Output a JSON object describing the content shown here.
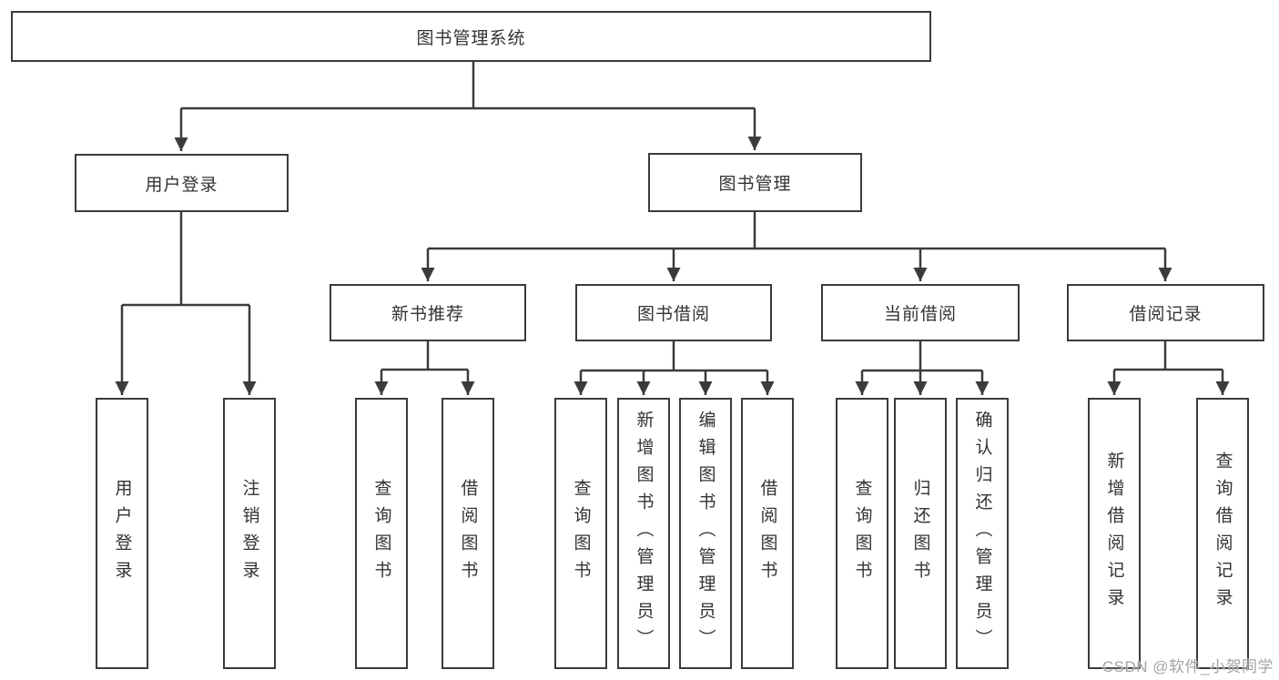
{
  "tree": {
    "root": "图书管理系统",
    "branches": [
      {
        "label": "用户登录",
        "leaves": [
          "用户登录",
          "注销登录"
        ]
      },
      {
        "label": "图书管理",
        "sub": [
          {
            "label": "新书推荐",
            "leaves": [
              "查询图书",
              "借阅图书"
            ]
          },
          {
            "label": "图书借阅",
            "leaves": [
              "查询图书",
              "新增图书（管理员）",
              "编辑图书（管理员）",
              "借阅图书"
            ]
          },
          {
            "label": "当前借阅",
            "leaves": [
              "查询图书",
              "归还图书",
              "确认归还（管理员）"
            ]
          },
          {
            "label": "借阅记录",
            "leaves": [
              "新增借阅记录",
              "查询借阅记录"
            ]
          }
        ]
      }
    ]
  },
  "watermark": "CSDN @软件_小贺同学",
  "colors": {
    "line": "#3b3b3b",
    "text": "#333333",
    "background": "#ffffff",
    "watermark": "#a3a3a3"
  }
}
